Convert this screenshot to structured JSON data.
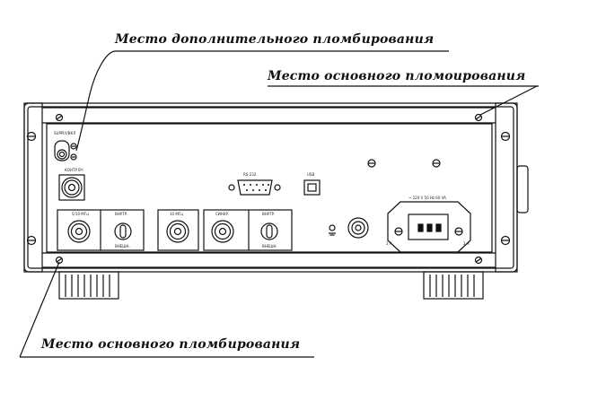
{
  "callouts": {
    "additional_seal": "Место дополнительного пломбирования",
    "main_seal_top": "Место основного пломоирования",
    "main_seal_bottom": "Место основного пломбирования"
  },
  "panel_labels": {
    "supply": "SUPPLY/ВКЛ",
    "connector_top_left": "КОНТР ВЧ",
    "rs232": "RS-232",
    "usb": "USB",
    "bnc_group1_a": "5/10 МГц",
    "bnc_group1_b": "ВНУТР.",
    "bnc_group1_c": "ВНЕШН.",
    "bnc_single": "10 МГц",
    "bnc_group2_a": "СИНХР.",
    "bnc_group2_b": "ВНУТР.",
    "bnc_group2_c": "ВНЕШН.",
    "power": "~ 220 V 50 Hz 60 VA",
    "fuse_left": "2 A",
    "fuse_right": "2 A"
  },
  "colors": {
    "line": "#111111",
    "panel": "#ffffff"
  }
}
